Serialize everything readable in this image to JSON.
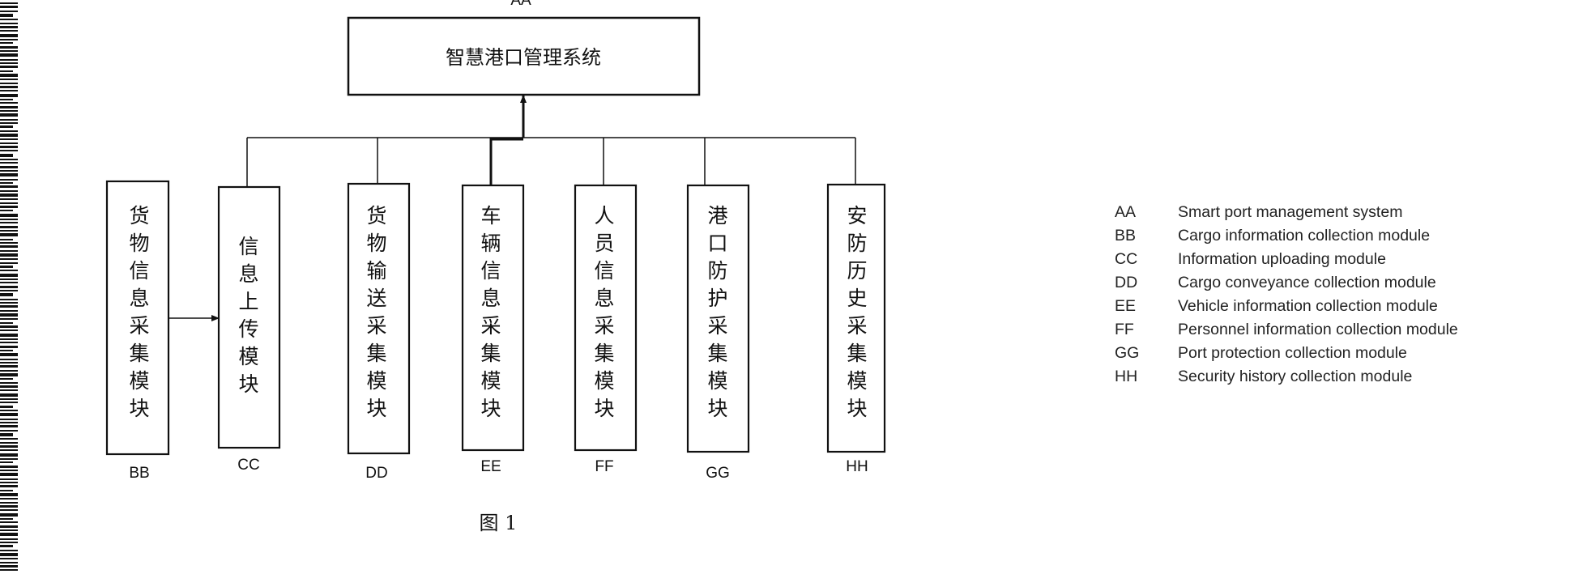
{
  "diagram": {
    "root": {
      "code": "AA",
      "label": "智慧港口管理系统"
    },
    "modules": [
      {
        "code": "BB",
        "label": "货物信息采集模块"
      },
      {
        "code": "CC",
        "label": "信息上传模块"
      },
      {
        "code": "DD",
        "label": "货物输送采集模块"
      },
      {
        "code": "EE",
        "label": "车辆信息采集模块"
      },
      {
        "code": "FF",
        "label": "人员信息采集模块"
      },
      {
        "code": "GG",
        "label": "港口防护采集模块"
      },
      {
        "code": "HH",
        "label": "安防历史采集模块"
      }
    ],
    "figure_caption": "图 1"
  },
  "legend": [
    {
      "code": "AA",
      "desc": "Smart port management system"
    },
    {
      "code": "BB",
      "desc": "Cargo information collection module"
    },
    {
      "code": "CC",
      "desc": "Information uploading module"
    },
    {
      "code": "DD",
      "desc": "Cargo conveyance collection module"
    },
    {
      "code": "EE",
      "desc": "Vehicle information collection module"
    },
    {
      "code": "FF",
      "desc": "Personnel information collection module"
    },
    {
      "code": "GG",
      "desc": "Port protection collection module"
    },
    {
      "code": "HH",
      "desc": "Security history collection module"
    }
  ]
}
